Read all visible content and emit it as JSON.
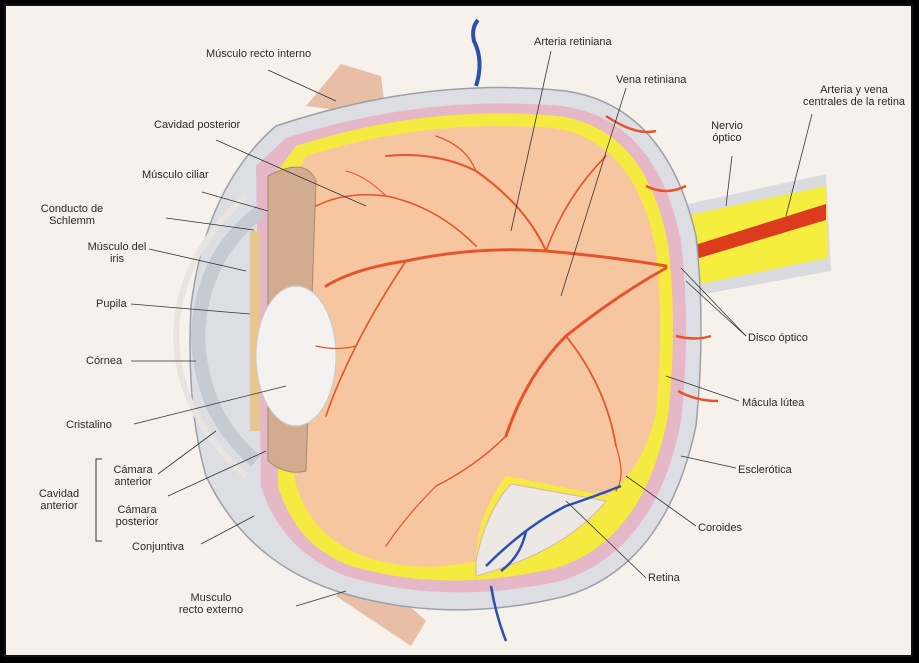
{
  "labels": {
    "musculo_recto_interno": "Músculo recto interno",
    "cavidad_posterior": "Cavidad posterior",
    "musculo_ciliar": "Músculo ciliar",
    "conducto_schlemm": "Conducto de Schlemm",
    "musculo_iris": "Músculo del iris",
    "pupila": "Pupila",
    "cornea": "Córnea",
    "cristalino": "Cristalino",
    "camara_anterior": "Cámara anterior",
    "camara_posterior": "Cámara posterior",
    "cavidad_anterior": "Cavidad anterior",
    "conjuntiva": "Conjuntiva",
    "musculo_recto_externo": "Musculo recto externo",
    "arteria_retiniana": "Arteria retiniana",
    "vena_retiniana": "Vena retiniana",
    "arteria_vena_centrales": "Arteria y vena centrales de la retina",
    "nervio_optico": "Nervio óptico",
    "disco_optico": "Disco óptico",
    "macula_lutea": "Mácula lútea",
    "esclerotica": "Esclerótica",
    "coroides": "Coroides",
    "retina": "Retina"
  },
  "colors": {
    "vitreous": "#f6c7a0",
    "sclera": "#dfe1e6",
    "retina_yellow": "#f7ec4a",
    "choroid": "#e9b7c6",
    "artery": "#e5542a",
    "vein": "#2d4fb0",
    "muscle": "#e7b59c"
  }
}
